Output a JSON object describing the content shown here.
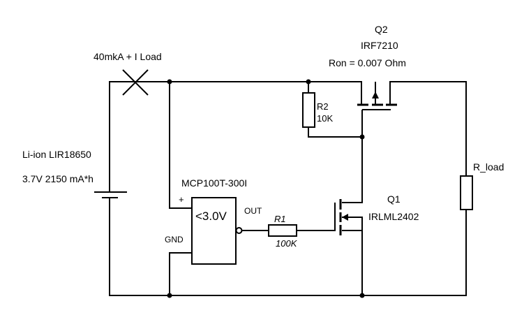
{
  "q2": {
    "ref": "Q2",
    "part": "IRF7210",
    "ron": "Ron = 0.007 Ohm"
  },
  "load_current": "40mkA + I Load",
  "battery": {
    "name": "Li-ion LIR18650",
    "spec": "3.7V 2150 mA*h"
  },
  "ic": {
    "part": "MCP100T-300I",
    "plus": "+",
    "gnd": "GND",
    "threshold": "<3.0V",
    "out": "OUT"
  },
  "r1": {
    "ref": "R1",
    "value": "100K"
  },
  "r2": {
    "ref": "R2",
    "value": "10K"
  },
  "q1": {
    "ref": "Q1",
    "part": "IRLML2402"
  },
  "rload": {
    "ref": "R_load"
  }
}
